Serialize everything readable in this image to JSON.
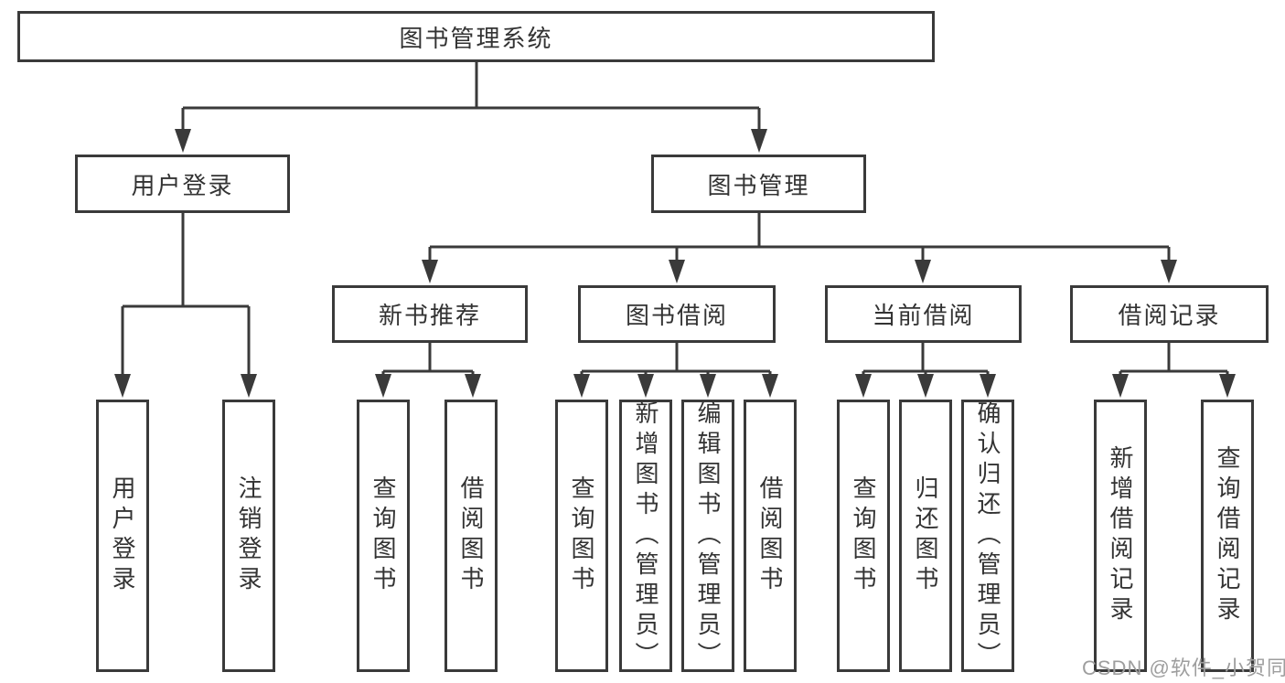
{
  "tree": {
    "root": {
      "label": "图书管理系统",
      "children": [
        {
          "label": "用户登录",
          "children": [
            {
              "label": "用户登录"
            },
            {
              "label": "注销登录"
            }
          ]
        },
        {
          "label": "图书管理",
          "children": [
            {
              "label": "新书推荐",
              "children": [
                {
                  "label": "查询图书"
                },
                {
                  "label": "借阅图书"
                }
              ]
            },
            {
              "label": "图书借阅",
              "children": [
                {
                  "label": "查询图书"
                },
                {
                  "label": "新增图书（管理员）"
                },
                {
                  "label": "编辑图书（管理员）"
                },
                {
                  "label": "借阅图书"
                }
              ]
            },
            {
              "label": "当前借阅",
              "children": [
                {
                  "label": "查询图书"
                },
                {
                  "label": "归还图书"
                },
                {
                  "label": "确认归还（管理员）"
                }
              ]
            },
            {
              "label": "借阅记录",
              "children": [
                {
                  "label": "新增借阅记录"
                },
                {
                  "label": "查询借阅记录"
                }
              ]
            }
          ]
        }
      ]
    }
  },
  "watermark": {
    "text": "CSDN @软件_小贺同学",
    "color": "#9e9e9e"
  },
  "colors": {
    "line": "#3a3a3a",
    "box_border": "#3a3a3a",
    "text": "#333333",
    "background": "#ffffff"
  }
}
